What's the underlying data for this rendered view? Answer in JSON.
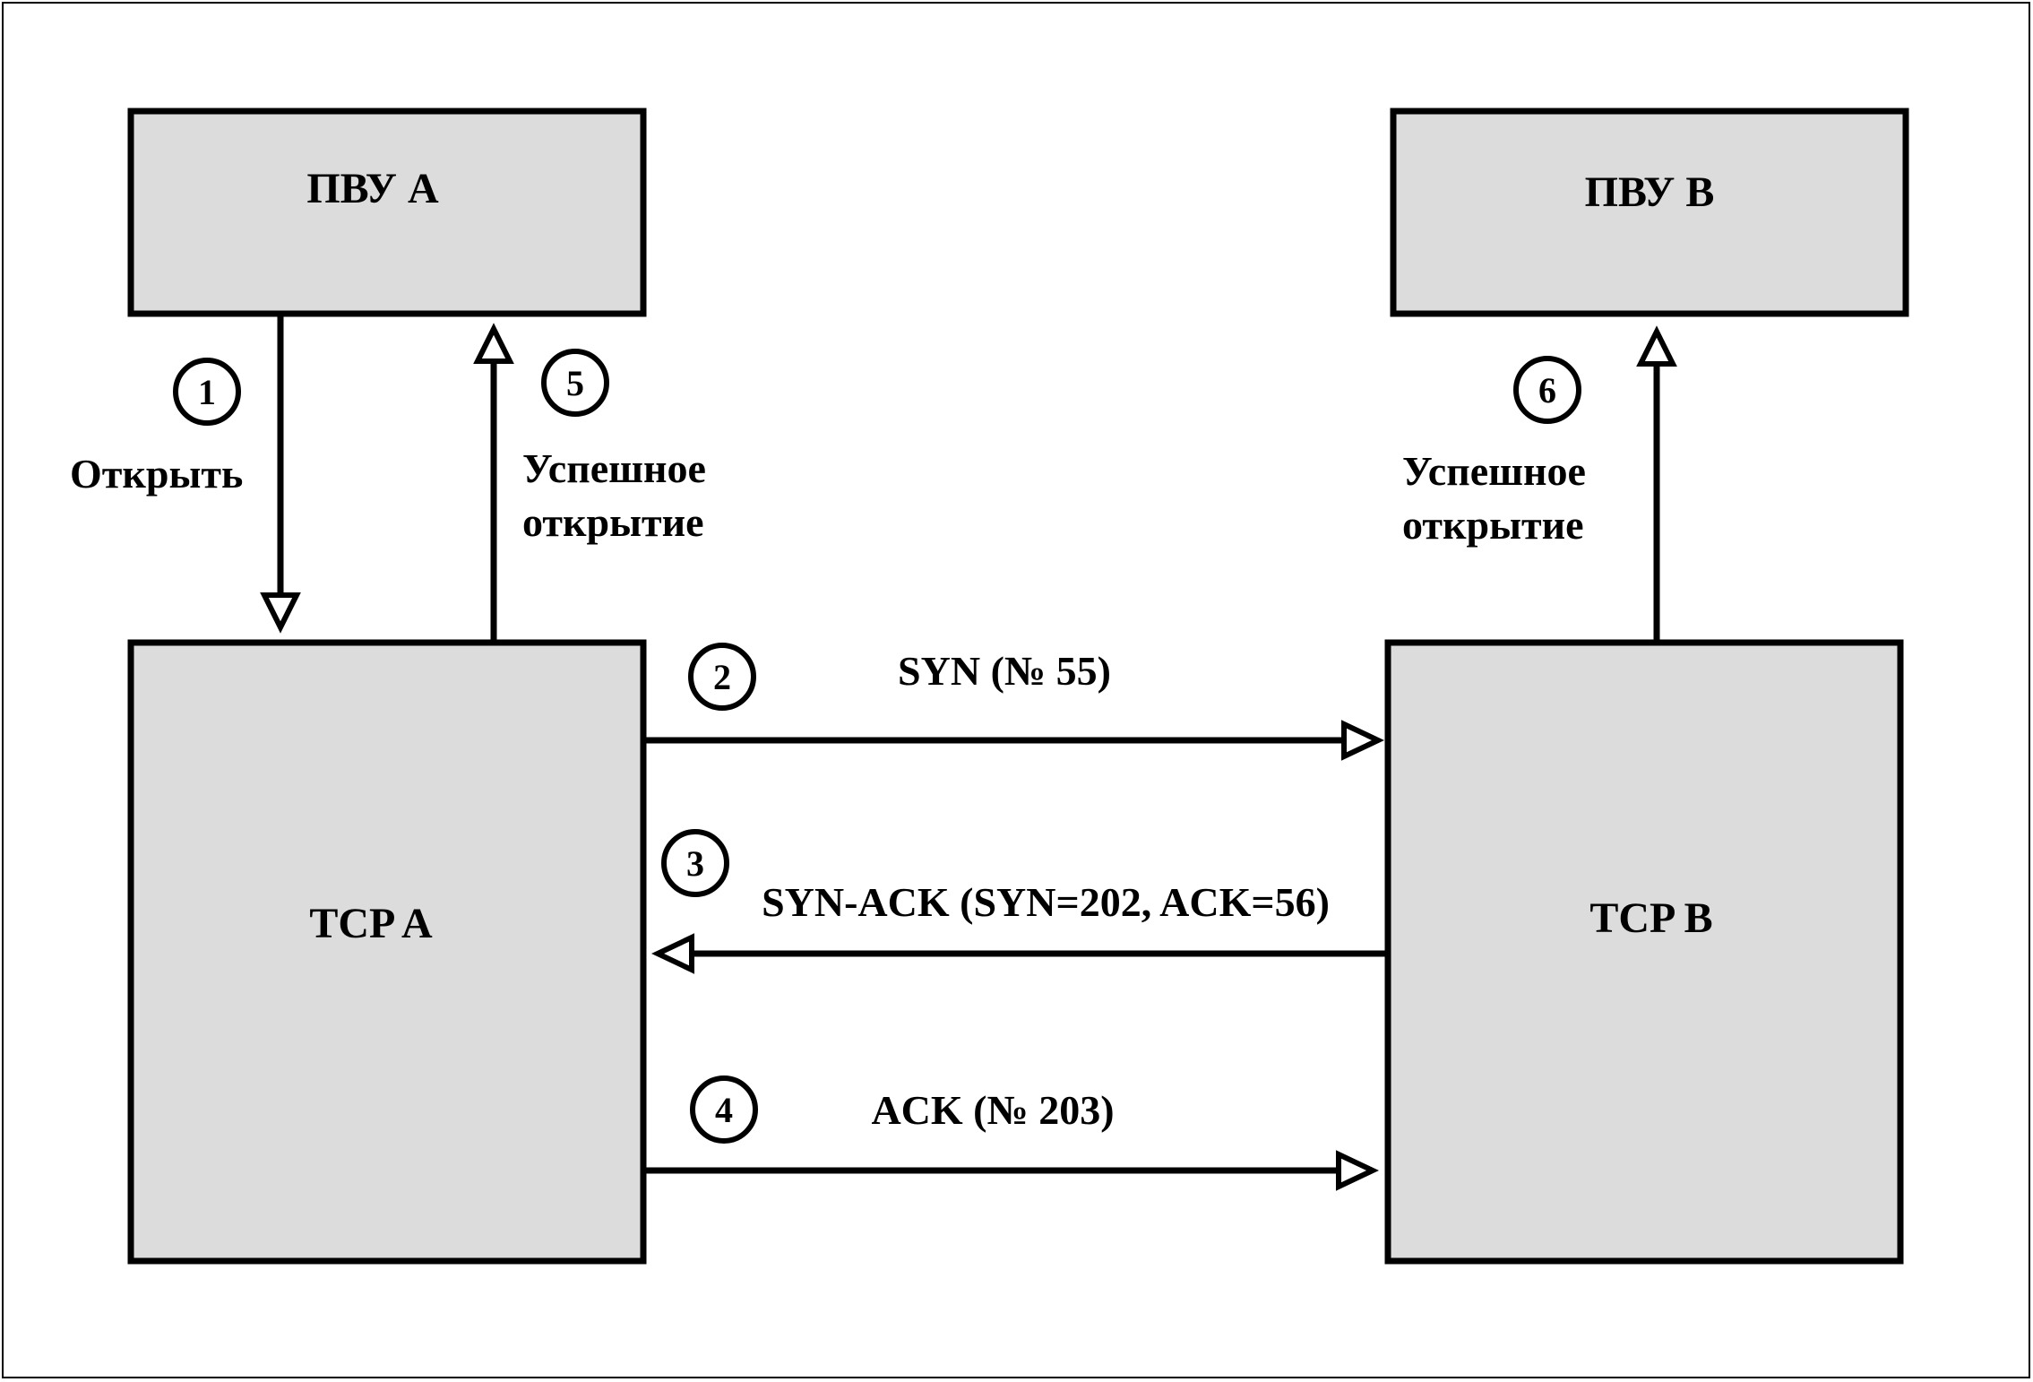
{
  "boxes": {
    "pvu_a": "ПВУ А",
    "pvu_b": "ПВУ В",
    "tcp_a": "TCP A",
    "tcp_b": "TCP B"
  },
  "steps": {
    "s1": {
      "num": "1",
      "label": "Открыть"
    },
    "s2": {
      "num": "2",
      "label": "SYN (№ 55)"
    },
    "s3": {
      "num": "3",
      "label": "SYN-ACK (SYN=202, ACK=56)"
    },
    "s4": {
      "num": "4",
      "label": "ACK (№ 203)"
    },
    "s5": {
      "num": "5",
      "label_line1": "Успешное",
      "label_line2": "открытие"
    },
    "s6": {
      "num": "6",
      "label_line1": "Успешное",
      "label_line2": "открытие"
    }
  }
}
